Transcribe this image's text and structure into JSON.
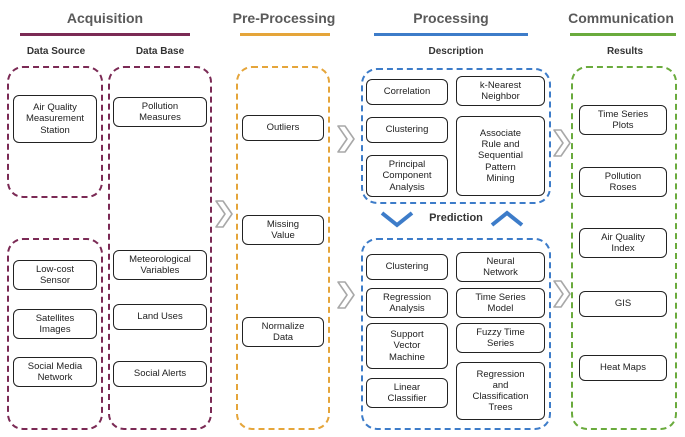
{
  "colors": {
    "acquisition": "#7b2a55",
    "preprocessing": "#e5a53a",
    "processing": "#3d7cc9",
    "communication": "#6aab3d",
    "chevron": "#b0b0b0",
    "prediction_arrow": "#3d7cc9"
  },
  "headers": {
    "acquisition": "Acquisition",
    "preprocessing": "Pre-Processing",
    "processing": "Processing",
    "communication": "Communication"
  },
  "subheaders": {
    "data_source": "Data Source",
    "data_base": "Data Base",
    "description": "Description",
    "results": "Results",
    "prediction": "Prediction"
  },
  "data_source": {
    "air_quality": "Air Quality\nMeasurement\nStation",
    "low_cost": "Low-cost\nSensor",
    "satellites": "Satellites\nImages",
    "social_media": "Social Media\nNetwork"
  },
  "data_base": {
    "pollution": "Pollution\nMeasures",
    "meteorological": "Meteorological\nVariables",
    "land_uses": "Land Uses",
    "social_alerts": "Social Alerts"
  },
  "preprocessing": {
    "outliers": "Outliers",
    "missing": "Missing\nValue",
    "normalize": "Normalize\nData"
  },
  "description": {
    "correlation": "Correlation",
    "knn": "k-Nearest\nNeighbor",
    "clustering": "Clustering",
    "pca": "Principal\nComponent\nAnalysis",
    "association": "Associate\nRule and\nSequential\nPattern\nMining"
  },
  "prediction": {
    "clustering": "Clustering",
    "neural": "Neural\nNetwork",
    "regression": "Regression\nAnalysis",
    "timeseries": "Time Series\nModel",
    "svm": "Support\nVector\nMachine",
    "fuzzy": "Fuzzy Time\nSeries",
    "linear": "Linear\nClassifier",
    "trees": "Regression\nand\nClassification\nTrees"
  },
  "results": {
    "time_series": "Time Series\nPlots",
    "roses": "Pollution\nRoses",
    "aqi": "Air Quality\nIndex",
    "gis": "GIS",
    "heat_maps": "Heat Maps"
  }
}
